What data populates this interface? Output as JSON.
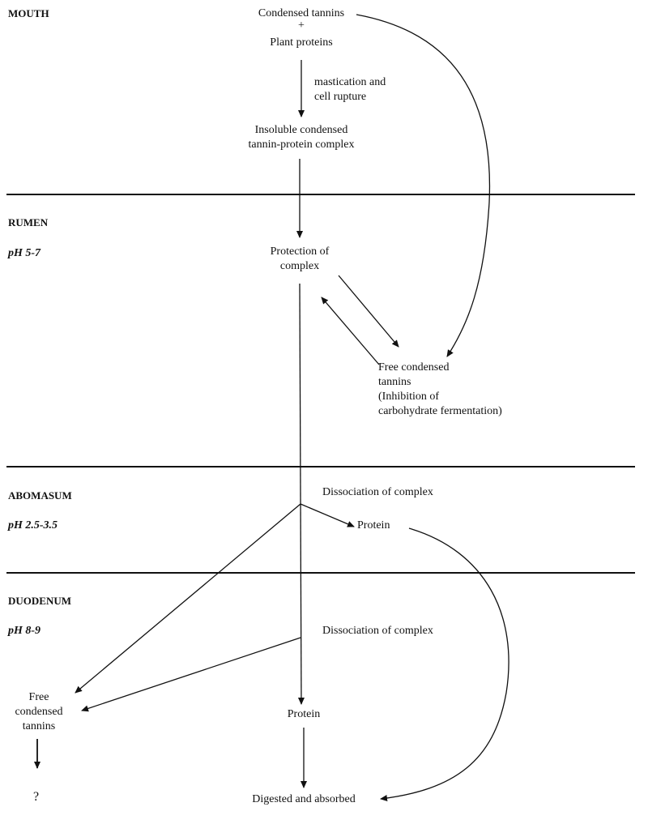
{
  "sections": {
    "mouth": "MOUTH",
    "rumen": "RUMEN",
    "rumen_ph": "pH 5-7",
    "abomasum": "ABOMASUM",
    "abomasum_ph": "pH 2.5-3.5",
    "duodenum": "DUODENUM",
    "duodenum_ph": "pH 8-9"
  },
  "nodes": {
    "condensed_tannins": "Condensed tannins",
    "plus": "+",
    "plant_proteins": "Plant proteins",
    "mastication_1": "mastication and",
    "mastication_2": "cell rupture",
    "insoluble_1": "Insoluble condensed",
    "insoluble_2": "tannin-protein complex",
    "protection_1": "Protection of",
    "protection_2": "complex",
    "free_rumen_1": "Free condensed",
    "free_rumen_2": "tannins",
    "free_rumen_3": "(Inhibition of",
    "free_rumen_4": "carbohydrate fermentation)",
    "dissoc_abomasum": "Dissociation of complex",
    "protein_abomasum": "Protein",
    "dissoc_duodenum": "Dissociation of complex",
    "free_duo_1": "Free",
    "free_duo_2": "condensed",
    "free_duo_3": "tannins",
    "protein_duodenum": "Protein",
    "question": "?",
    "digested": "Digested and absorbed"
  }
}
